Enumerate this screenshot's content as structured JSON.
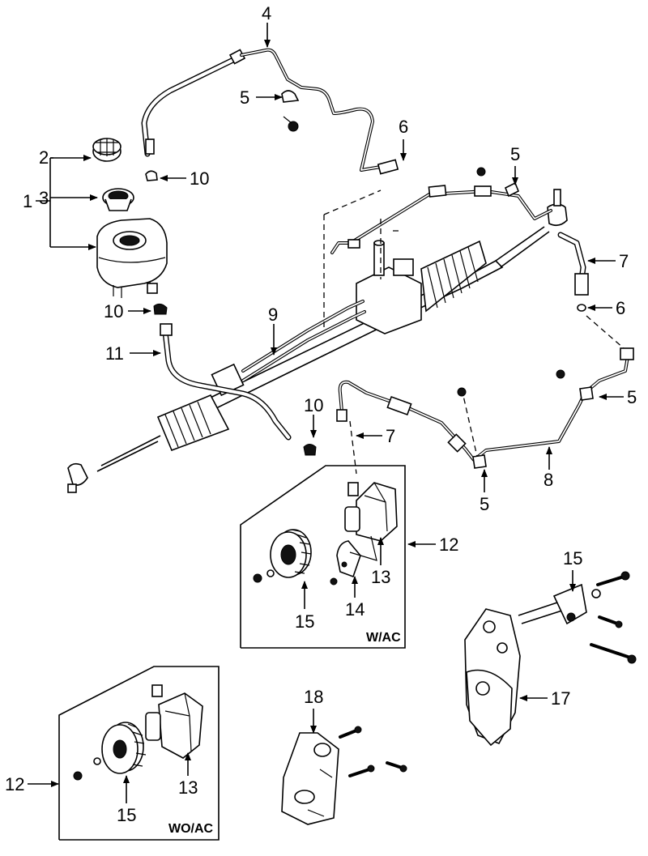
{
  "diagram": {
    "box_labels": {
      "wac": "W/AC",
      "woac": "WO/AC"
    },
    "callouts": [
      {
        "id": "c1",
        "text": "1"
      },
      {
        "id": "c2",
        "text": "2"
      },
      {
        "id": "c3",
        "text": "3"
      },
      {
        "id": "c4",
        "text": "4"
      },
      {
        "id": "c5a",
        "text": "5"
      },
      {
        "id": "c5b",
        "text": "5"
      },
      {
        "id": "c5c",
        "text": "5"
      },
      {
        "id": "c5d",
        "text": "5"
      },
      {
        "id": "c6a",
        "text": "6"
      },
      {
        "id": "c6b",
        "text": "6"
      },
      {
        "id": "c7a",
        "text": "7"
      },
      {
        "id": "c7b",
        "text": "7"
      },
      {
        "id": "c8",
        "text": "8"
      },
      {
        "id": "c9",
        "text": "9"
      },
      {
        "id": "c10a",
        "text": "10"
      },
      {
        "id": "c10b",
        "text": "10"
      },
      {
        "id": "c10c",
        "text": "10"
      },
      {
        "id": "c11",
        "text": "11"
      },
      {
        "id": "c12a",
        "text": "12"
      },
      {
        "id": "c12b",
        "text": "12"
      },
      {
        "id": "c13a",
        "text": "13"
      },
      {
        "id": "c13b",
        "text": "13"
      },
      {
        "id": "c14",
        "text": "14"
      },
      {
        "id": "c15a",
        "text": "15"
      },
      {
        "id": "c15b",
        "text": "15"
      },
      {
        "id": "c15c",
        "text": "15"
      },
      {
        "id": "c17",
        "text": "17"
      },
      {
        "id": "c18",
        "text": "18"
      }
    ]
  }
}
